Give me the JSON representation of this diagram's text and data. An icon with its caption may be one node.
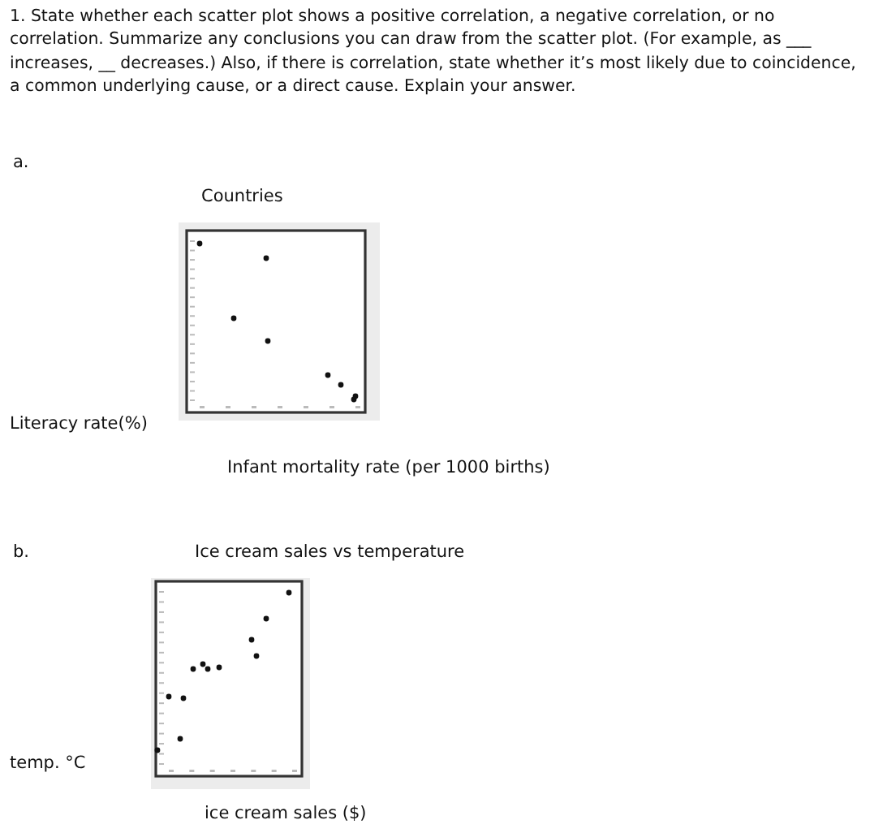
{
  "diagram": {
    "labels": [
      "1. State whether each scatter plot shows a positive correlation, a negative correlation, or no correlation.  Summarize any conclusions you can draw from the scatter plot.  (For example, as ___ increases, __ decreases.)  Also, if there is correlation, state whether it’s most likely due to coincidence, a common underlying cause, or a direct cause.  Explain your answer.",
      "a.",
      "Countries",
      "Literacy rate(%)",
      "Infant mortality rate (per 1000 births)",
      "b.",
      "Ice cream sales vs temperature",
      "temp. °C",
      "ice cream sales ($)"
    ]
  }
}
